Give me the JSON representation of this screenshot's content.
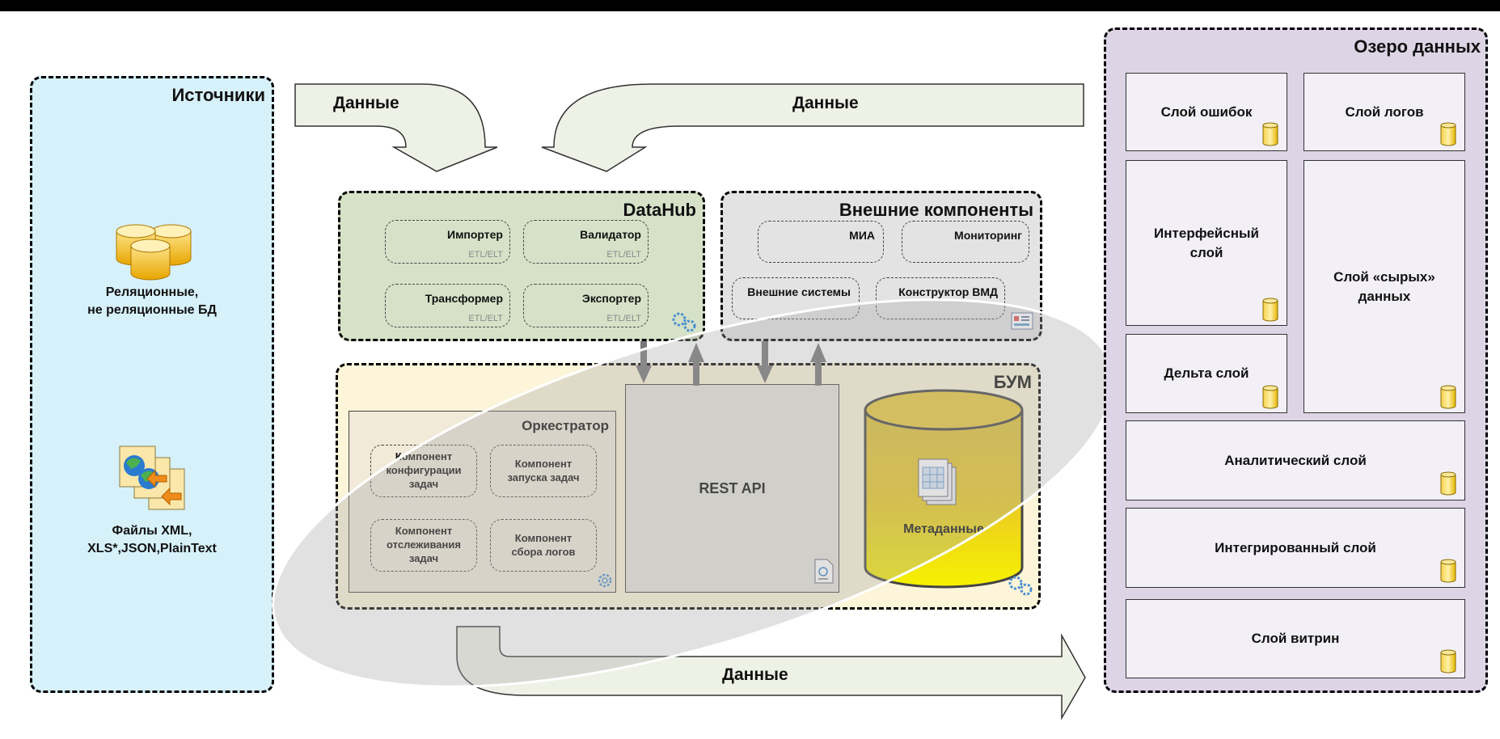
{
  "flows": {
    "data_left": "Данные",
    "data_right": "Данные",
    "data_bottom": "Данные"
  },
  "sources": {
    "title": "Источники",
    "db_label": "Реляционные,\nне реляционные БД",
    "files_label": "Файлы XML,\nXLS*,JSON,PlainText"
  },
  "datahub": {
    "title": "DataHub",
    "components": [
      {
        "name": "Импортер",
        "tag": "ETL/ELT"
      },
      {
        "name": "Валидатор",
        "tag": "ETL/ELT"
      },
      {
        "name": "Трансформер",
        "tag": "ETL/ELT"
      },
      {
        "name": "Экспортер",
        "tag": "ETL/ELT"
      }
    ]
  },
  "external": {
    "title": "Внешние компоненты",
    "components": [
      "МИА",
      "Мониторинг",
      "Внешние системы",
      "Конструктор ВМД"
    ]
  },
  "bum": {
    "title": "БУМ",
    "orchestrator": {
      "title": "Оркестратор",
      "components": [
        "Компонент\nконфигурации\nзадач",
        "Компонент\nзапуска задач",
        "Компонент\nотслеживания\nзадач",
        "Компонент\nсбора логов"
      ]
    },
    "rest_api": "REST API",
    "metadata": "Метаданные"
  },
  "lake": {
    "title": "Озеро данных",
    "layers": {
      "errors": "Слой ошибок",
      "logs": "Слой логов",
      "interface": "Интерфейсный\nслой",
      "raw": "Слой «сырых»\nданных",
      "delta": "Дельта слой",
      "analytic": "Аналитический слой",
      "integrated": "Интегрированный слой",
      "marts": "Слой витрин"
    }
  },
  "colors": {
    "sources_bg": "#d7f1fb",
    "datahub_bg": "#d6e2c8",
    "external_bg": "#e3e3e3",
    "bum_bg": "#fdf5da",
    "lake_bg": "#ddd4e6",
    "layer_bg": "#f2f0f6",
    "arrow_fill": "#eef1e6",
    "metadata_top": "#e2c235",
    "metadata_bottom": "#f4ee10",
    "connector": "#777777"
  }
}
